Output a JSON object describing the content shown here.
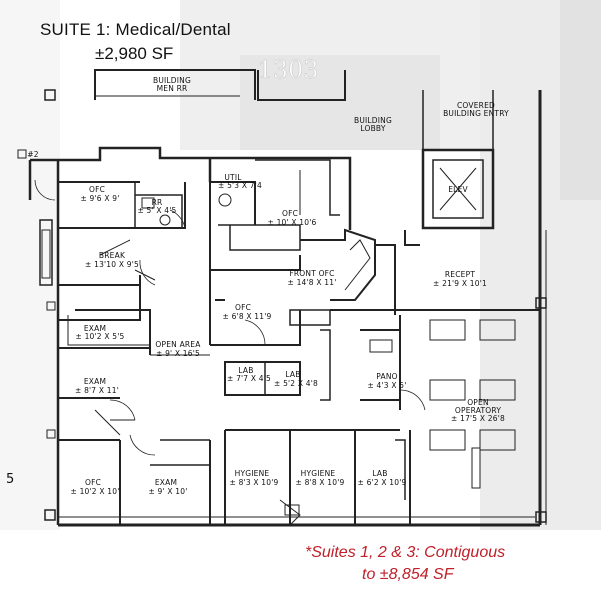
{
  "header": {
    "title": "SUITE 1: Medical/Dental",
    "area": "±2,980 SF"
  },
  "note": {
    "line1": "*Suites 1, 2 & 3: Contiguous",
    "line2": "to ±8,854 SF"
  },
  "building_number": "1303",
  "colors": {
    "note_red": "#c0202a",
    "wall": "#222222",
    "bg_tint": "#e9e9e9"
  },
  "labels": {
    "building_men_rr_1": "BUILDING",
    "building_men_rr_2": "MEN RR",
    "covered_entry_1": "COVERED",
    "covered_entry_2": "BUILDING ENTRY",
    "lobby_1": "BUILDING",
    "lobby_2": "LOBBY",
    "elev": "ELEV",
    "door_2": "#2",
    "ofc_nw": "OFC",
    "ofc_nw_dim": "± 9'6 X 9'",
    "rr": "RR",
    "rr_dim": "± 5' X 4'5",
    "util": "UTIL",
    "util_dim": "± 5'3 X 7'4",
    "ofc_n": "OFC",
    "ofc_n_dim": "± 10' X 10'6",
    "break": "BREAK",
    "break_dim": "± 13'10 X 9'5",
    "front_ofc": "FRONT OFC",
    "front_ofc_dim": "± 14'8 X 11'",
    "recept": "RECEPT",
    "recept_dim": "± 21'9 X 10'1",
    "exam_1": "EXAM",
    "exam_1_dim": "± 10'2 X 5'5",
    "ofc_c": "OFC",
    "ofc_c_dim": "± 6'8 X 11'9",
    "open_area": "OPEN AREA",
    "open_area_dim": "± 9' X 16'5",
    "exam_2": "EXAM",
    "exam_2_dim": "± 8'7 X 11'",
    "lab_1": "LAB",
    "lab_1_dim": "± 7'7 X 4'5",
    "lab_2": "LAB",
    "lab_2_dim": "± 5'2 X 4'8",
    "pano": "PANO",
    "pano_dim": "± 4'3 X 5'",
    "open_operatory": "OPEN",
    "open_operatory_2": "OPERATORY",
    "open_operatory_dim": "± 17'5 X 26'8",
    "ofc_sw": "OFC",
    "ofc_sw_dim": "± 10'2 X 10'",
    "exam_3": "EXAM",
    "exam_3_dim": "± 9' X 10'",
    "hygiene_1": "HYGIENE",
    "hygiene_1_dim": "± 8'3 X 10'9",
    "hygiene_2": "HYGIENE",
    "hygiene_2_dim": "± 8'8 X 10'9",
    "lab_3": "LAB",
    "lab_3_dim": "± 6'2 X 10'9",
    "door_5": "5"
  }
}
